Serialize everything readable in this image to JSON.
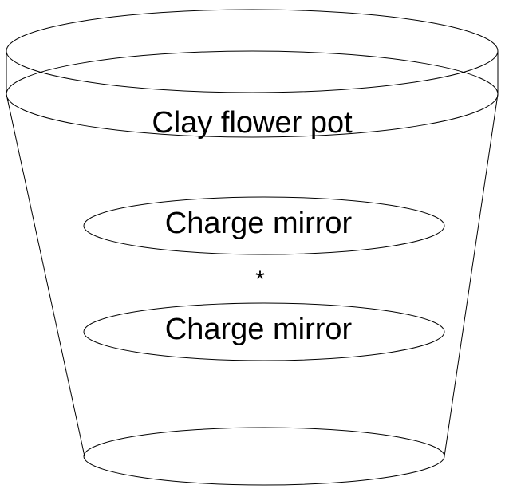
{
  "diagram": {
    "pot_label": "Clay flower pot",
    "mirror_top_label": "Charge mirror",
    "separator_symbol": "*",
    "mirror_bottom_label": "Charge mirror"
  }
}
